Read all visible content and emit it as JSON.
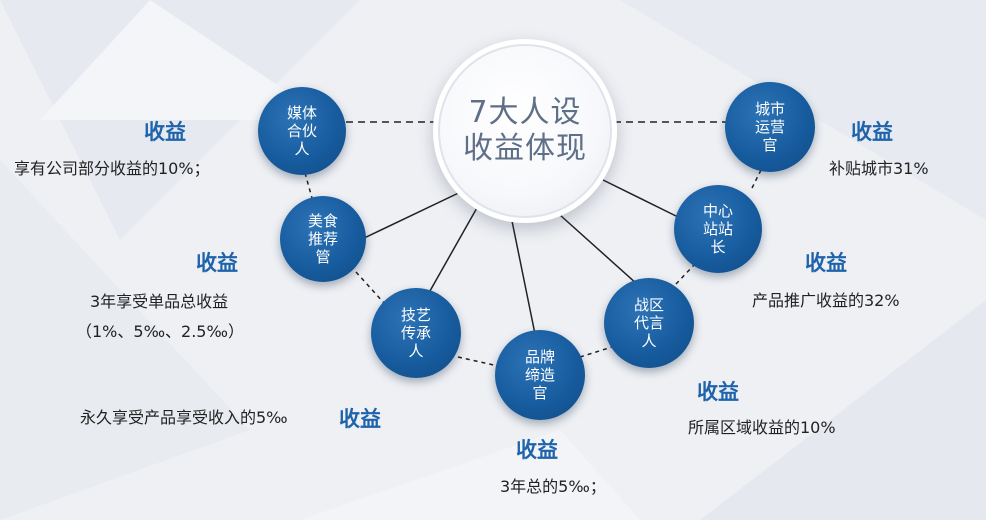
{
  "center": {
    "title": "7大人设收益体现"
  },
  "roles": [
    {
      "id": "media",
      "label": "媒体合伙人"
    },
    {
      "id": "food",
      "label": "美食推荐管"
    },
    {
      "id": "skill",
      "label": "技艺传承人"
    },
    {
      "id": "brand",
      "label": "品牌缔造官"
    },
    {
      "id": "war",
      "label": "战区代言人"
    },
    {
      "id": "station",
      "label": "中心站站长"
    },
    {
      "id": "city",
      "label": "城市运营官"
    }
  ],
  "revenues": [
    {
      "title": "收益",
      "desc": "享有公司部分收益的10%；"
    },
    {
      "title": "收益",
      "desc_line1": "3年享受单品总收益",
      "desc_line2": "（1%、5‰、2.5‰）"
    },
    {
      "title": "收益",
      "desc": "永久享受产品享受收入的5‰"
    },
    {
      "title": "收益",
      "desc": "3年总的5‰；"
    },
    {
      "title": "收益",
      "desc": "所属区域收益的10%"
    },
    {
      "title": "收益",
      "desc": "产品推广收益的32%"
    },
    {
      "title": "收益",
      "desc": "补贴城市31%"
    }
  ],
  "colors": {
    "role_fill": "#175c9e",
    "title_blue": "#1f63ab",
    "center_text": "#5f6f88",
    "connector": "#222222"
  }
}
